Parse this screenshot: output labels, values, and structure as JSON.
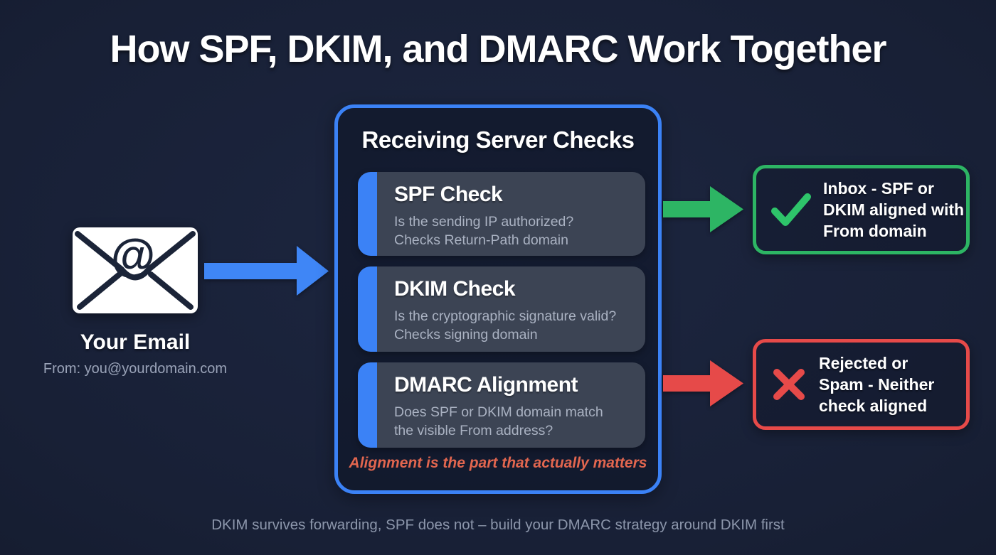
{
  "title": "How SPF, DKIM, and DMARC Work Together",
  "email": {
    "label": "Your Email",
    "from_line": "From: you@yourdomain.com"
  },
  "server_box": {
    "title": "Receiving Server Checks",
    "checks": [
      {
        "title": "SPF Check",
        "desc_lines": [
          "Is the sending IP authorized?",
          "Checks Return-Path domain"
        ]
      },
      {
        "title": "DKIM Check",
        "desc_lines": [
          "Is the cryptographic signature valid?",
          "Checks signing domain"
        ]
      },
      {
        "title": "DMARC Alignment",
        "desc_lines": [
          "Does SPF or DKIM domain match",
          "the visible From address?"
        ]
      }
    ],
    "note": "Alignment is the part that actually matters"
  },
  "outcomes": {
    "pass": {
      "icon": "check-icon",
      "lines": [
        "Inbox - SPF or",
        "DKIM aligned with",
        "From domain"
      ]
    },
    "fail": {
      "icon": "x-icon",
      "lines": [
        "Rejected or",
        "Spam - Neither",
        "check aligned"
      ]
    }
  },
  "footer": "DKIM survives forwarding, SPF does not – build your DMARC strategy around DKIM first",
  "colors": {
    "background": "#182036",
    "accent_blue": "#3b82f6",
    "accent_green": "#2db564",
    "accent_red": "#e64a49",
    "accent_orange": "#e2664f",
    "card_background": "#3c4454"
  }
}
